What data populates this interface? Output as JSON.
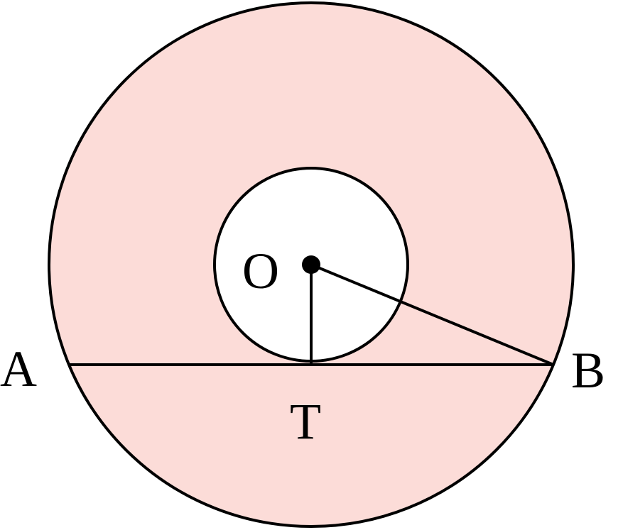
{
  "diagram": {
    "colors": {
      "annulus_fill": "#fcdcd8",
      "inner_fill": "#ffffff",
      "stroke": "#000000"
    },
    "labels": {
      "center": "O",
      "point_a": "A",
      "point_b": "B",
      "point_t": "T"
    }
  }
}
